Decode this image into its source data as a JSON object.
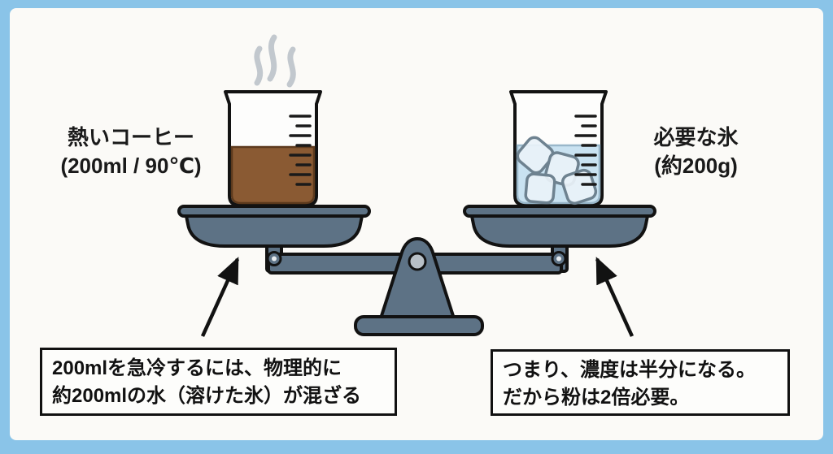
{
  "labels": {
    "hot_coffee": {
      "line1": "熱いコーヒー",
      "line2": "(200ml / 90℃)"
    },
    "ice_needed": {
      "line1": "必要な氷",
      "line2": "(約200g)"
    }
  },
  "notes": {
    "left": {
      "line1": "200mlを急冷するには、物理的に",
      "line2": "約200mlの水（溶けた氷）が混ざる"
    },
    "right": {
      "line1": "つまり、濃度は半分になる。",
      "line2": "だから粉は2倍必要。"
    }
  },
  "colors": {
    "frame_blue": "#8ac4e8",
    "panel_bg": "#fbfaf7",
    "coffee": "#8a5a33",
    "coffee_edge": "#5d3a1d",
    "water": "#c9e2f1",
    "water_edge": "#99b7ca",
    "ice_fill": "#e9f2f9",
    "ice_edge": "#6e8290",
    "scale_metal": "#5d7285",
    "pivot_gray": "#b8c0c7",
    "beaker_glass": "#fdfdfc",
    "steam": "#c2c8ce",
    "outline": "#121212",
    "text": "#1a1a1a"
  },
  "icons": {
    "steam": "steam-wisps-icon",
    "balance": "balance-scale-icon",
    "arrow": "pointer-arrow-icon",
    "ice": "ice-cube-icon",
    "beaker": "beaker-icon"
  }
}
